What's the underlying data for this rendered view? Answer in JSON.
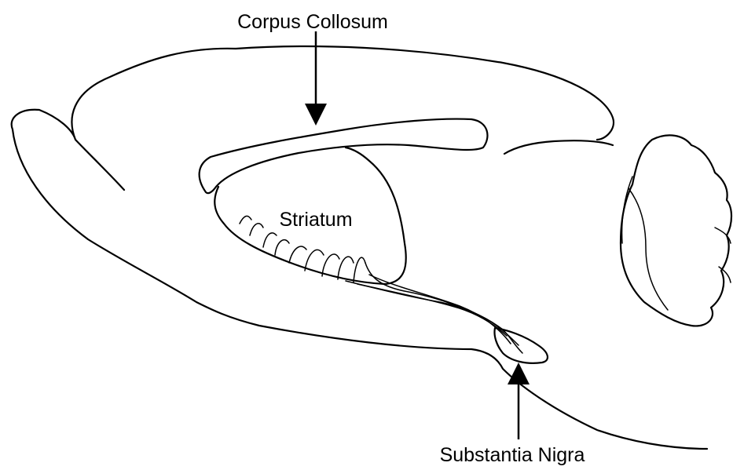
{
  "diagram": {
    "labels": {
      "corpus_callosum": "Corpus Collosum",
      "striatum": "Striatum",
      "substantia_nigra": "Substantia Nigra"
    },
    "colors": {
      "ink": "#000000",
      "background": "#ffffff"
    }
  }
}
